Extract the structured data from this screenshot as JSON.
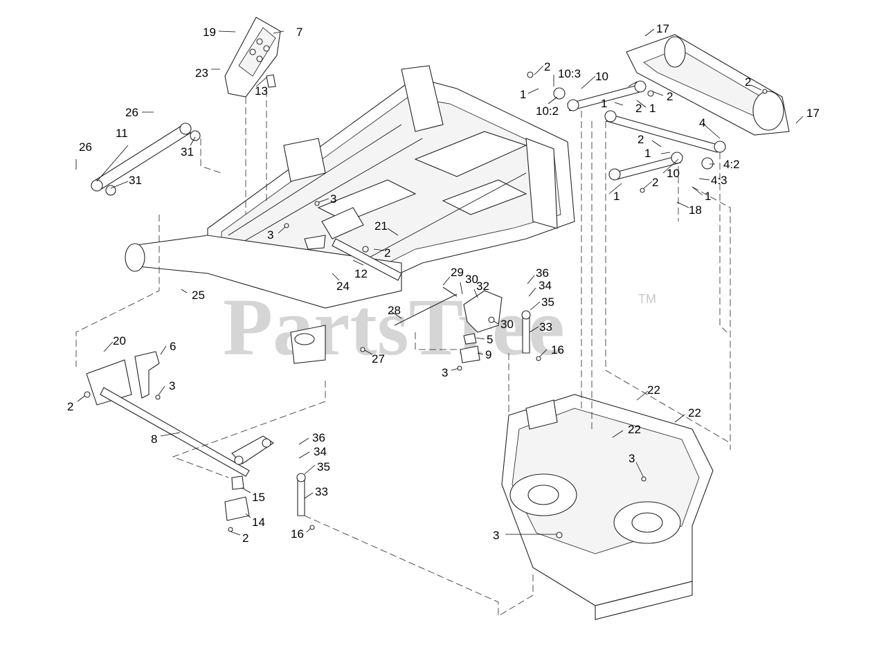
{
  "watermark": {
    "text": "PartsTree",
    "mark": "TM"
  },
  "callouts": [
    {
      "id": "c19",
      "label": "19"
    },
    {
      "id": "c7",
      "label": "7"
    },
    {
      "id": "c23",
      "label": "23"
    },
    {
      "id": "c13",
      "label": "13"
    },
    {
      "id": "c26a",
      "label": "26"
    },
    {
      "id": "c11",
      "label": "11"
    },
    {
      "id": "c26b",
      "label": "26"
    },
    {
      "id": "c31a",
      "label": "31"
    },
    {
      "id": "c31b",
      "label": "31"
    },
    {
      "id": "c3a",
      "label": "3"
    },
    {
      "id": "c3b",
      "label": "3"
    },
    {
      "id": "c21",
      "label": "21"
    },
    {
      "id": "c2a",
      "label": "2"
    },
    {
      "id": "c12",
      "label": "12"
    },
    {
      "id": "c24",
      "label": "24"
    },
    {
      "id": "c25",
      "label": "25"
    },
    {
      "id": "c29",
      "label": "29"
    },
    {
      "id": "c30a",
      "label": "30"
    },
    {
      "id": "c32",
      "label": "32"
    },
    {
      "id": "c28",
      "label": "28"
    },
    {
      "id": "c30b",
      "label": "30"
    },
    {
      "id": "c5",
      "label": "5"
    },
    {
      "id": "c9",
      "label": "9"
    },
    {
      "id": "c27",
      "label": "27"
    },
    {
      "id": "c3c",
      "label": "3"
    },
    {
      "id": "c36a",
      "label": "36"
    },
    {
      "id": "c34a",
      "label": "34"
    },
    {
      "id": "c35a",
      "label": "35"
    },
    {
      "id": "c33a",
      "label": "33"
    },
    {
      "id": "c16a",
      "label": "16"
    },
    {
      "id": "c20",
      "label": "20"
    },
    {
      "id": "c6",
      "label": "6"
    },
    {
      "id": "c3d",
      "label": "3"
    },
    {
      "id": "c2b",
      "label": "2"
    },
    {
      "id": "c8",
      "label": "8"
    },
    {
      "id": "c36b",
      "label": "36"
    },
    {
      "id": "c34b",
      "label": "34"
    },
    {
      "id": "c35b",
      "label": "35"
    },
    {
      "id": "c33b",
      "label": "33"
    },
    {
      "id": "c15",
      "label": "15"
    },
    {
      "id": "c14",
      "label": "14"
    },
    {
      "id": "c2c",
      "label": "2"
    },
    {
      "id": "c16b",
      "label": "16"
    },
    {
      "id": "c17a",
      "label": "17"
    },
    {
      "id": "c2d",
      "label": "2"
    },
    {
      "id": "c10_3",
      "label": "10:3"
    },
    {
      "id": "c10a",
      "label": "10"
    },
    {
      "id": "c1a",
      "label": "1"
    },
    {
      "id": "c10_2",
      "label": "10:2"
    },
    {
      "id": "c2e",
      "label": "2"
    },
    {
      "id": "c2f",
      "label": "2"
    },
    {
      "id": "c1b",
      "label": "1"
    },
    {
      "id": "c1c",
      "label": "1"
    },
    {
      "id": "c2g",
      "label": "2"
    },
    {
      "id": "c17b",
      "label": "17"
    },
    {
      "id": "c4",
      "label": "4"
    },
    {
      "id": "c2h",
      "label": "2"
    },
    {
      "id": "c1d",
      "label": "1"
    },
    {
      "id": "c10b",
      "label": "10"
    },
    {
      "id": "c4_2",
      "label": "4:2"
    },
    {
      "id": "c4_3",
      "label": "4:3"
    },
    {
      "id": "c1e",
      "label": "1"
    },
    {
      "id": "c2i",
      "label": "2"
    },
    {
      "id": "c1f",
      "label": "1"
    },
    {
      "id": "c18",
      "label": "18"
    },
    {
      "id": "c22a",
      "label": "22"
    },
    {
      "id": "c22b",
      "label": "22"
    },
    {
      "id": "c22c",
      "label": "22"
    },
    {
      "id": "c3e",
      "label": "3"
    },
    {
      "id": "c3f",
      "label": "3"
    }
  ]
}
